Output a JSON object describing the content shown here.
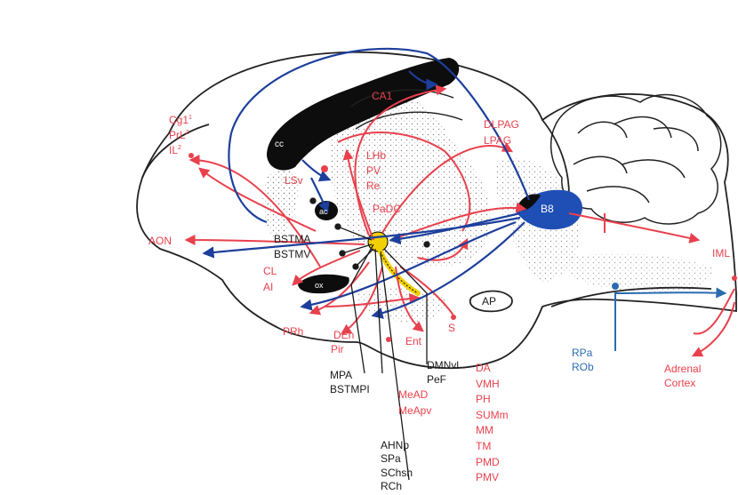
{
  "colors": {
    "red": "#e8414d",
    "blue": "#2a6bb0",
    "navy": "#1d3f9c",
    "black": "#1a1a1a",
    "yellow": "#f2d000",
    "b8_fill": "#1f4fb5"
  },
  "structures": {
    "cc": "cc",
    "ac": "ac",
    "ox": "ox",
    "ap": "AP",
    "b8": "B8"
  },
  "labels": {
    "ca1": "CA1",
    "cg1": "Cg1",
    "cg1_sup": "1",
    "prl": "PrL",
    "prl_sup": "2",
    "il": "IL",
    "il_sup": "2",
    "lsv": "LSv",
    "lhb": "LHb",
    "pv": "PV",
    "re": "Re",
    "padc": "PaDC",
    "dlpag": "DLPAG",
    "lpag": "LPAG",
    "aon": "AON",
    "bstma": "BSTMA",
    "bstmv": "BSTMV",
    "cl": "CL",
    "ai": "AI",
    "prh": "PRh",
    "den": "DEn",
    "pir": "Pir",
    "ent": "Ent",
    "s": "S",
    "iml": "IML",
    "rpa": "RPa",
    "rob": "ROb",
    "adrenal": "Adrenal",
    "cortex": "Cortex",
    "mpa": "MPA",
    "bstmpi": "BSTMPI",
    "dmnvl": "DMNvl",
    "pef": "PeF",
    "mead": "MeAD",
    "meapv": "MeApv",
    "ahn_group": [
      "AHNp",
      "SPa",
      "SChsh",
      "RCh"
    ],
    "hypo_group": [
      "DA",
      "VMH",
      "PH",
      "SUMm",
      "MM",
      "TM",
      "PMD",
      "PMV"
    ]
  }
}
